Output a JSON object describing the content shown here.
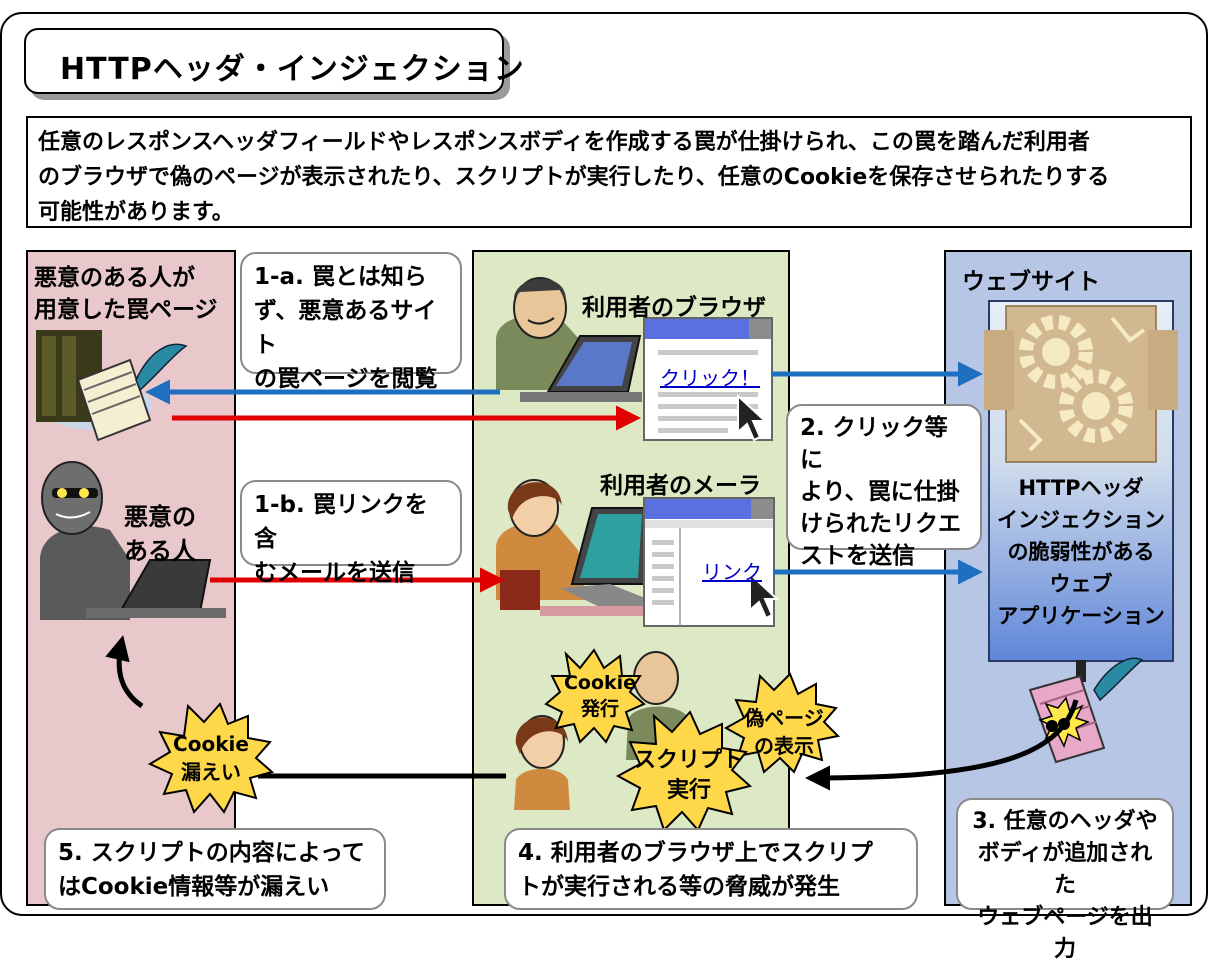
{
  "title": "HTTPヘッダ・インジェクション",
  "description": [
    "任意のレスポンスヘッダフィールドやレスポンスボディを作成する罠が仕掛けられ、この罠を踏んだ利用者",
    "のブラウザで偽のページが表示されたり、スクリプトが実行したり、任意のCookieを保存させられたりする",
    "可能性があります。"
  ],
  "columns": {
    "attacker": {
      "trap_page_label": [
        "悪意のある人が",
        "用意した罠ページ"
      ],
      "person_label": [
        "悪意の",
        "ある人"
      ]
    },
    "user": {
      "browser_label": "利用者のブラウザ",
      "mailer_label": "利用者のメーラ",
      "browser_link": "クリック！",
      "mail_link": "リンク"
    },
    "website": {
      "label": "ウェブサイト",
      "app_label": [
        "HTTPヘッダ",
        "インジェクション",
        "の脆弱性がある",
        "ウェブ",
        "アプリケーション"
      ]
    }
  },
  "steps": {
    "step_1a": [
      "1-a. 罠とは知ら",
      "ず、悪意あるサイト",
      "の罠ページを閲覧"
    ],
    "step_1b": [
      "1-b. 罠リンクを含",
      "むメールを送信"
    ],
    "step_2": [
      "2. クリック等に",
      "より、罠に仕掛",
      "けられたリクエ",
      "ストを送信"
    ],
    "step_3": [
      "3. 任意のヘッダや",
      "ボディが追加された",
      "ウェブページを出力"
    ],
    "step_4": [
      "4. 利用者のブラウザ上でスクリプ",
      "トが実行される等の脅威が発生"
    ],
    "step_5": [
      "5. スクリプトの内容によって",
      "はCookie情報等が漏えい"
    ]
  },
  "bursts": {
    "cookie_issue": [
      "Cookie",
      "発行"
    ],
    "fake_page": [
      "偽ページ",
      "の表示"
    ],
    "script_exec": [
      "スクリプト",
      "実行"
    ],
    "cookie_leak": [
      "Cookie",
      "漏えい"
    ]
  },
  "colors": {
    "attacker_bg": "#e8c8cb",
    "user_bg": "#dde8c4",
    "website_bg": "#b8c6e6",
    "arrow_blue": "#1f6fc0",
    "arrow_red": "#e00000",
    "burst_fill": "#ffd84a"
  },
  "icons": [
    "trap-page-icon",
    "attacker-person-icon",
    "user-pc-icon",
    "user-mail-icon",
    "browser-window-icon",
    "mail-window-icon",
    "cursor-icon",
    "gears-icon",
    "output-scroll-icon"
  ]
}
